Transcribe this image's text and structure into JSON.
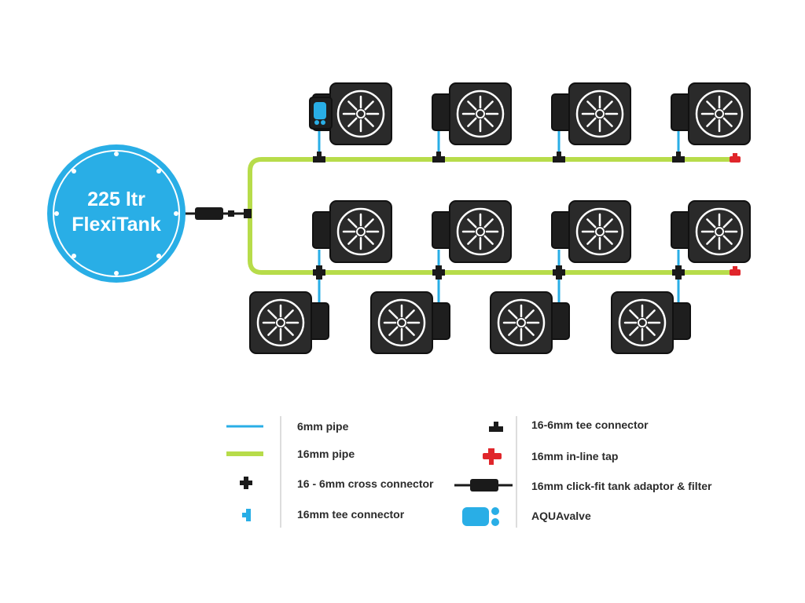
{
  "tank": {
    "line1": "225 ltr",
    "line2": "FlexiTank",
    "color": "#29aee6"
  },
  "colors": {
    "pipe_6mm": "#29aee6",
    "pipe_16mm": "#b7dc4a",
    "connector": "#1a1a1a",
    "tap": "#e0262b",
    "pot_fill": "#2a2a2a",
    "pot_outline": "#111111"
  },
  "legend": {
    "left": [
      {
        "icon": "pipe-6mm-icon",
        "label": "6mm pipe"
      },
      {
        "icon": "pipe-16mm-icon",
        "label": "16mm pipe"
      },
      {
        "icon": "cross-connector-icon",
        "label": "16 - 6mm cross connector"
      },
      {
        "icon": "tee-connector-16mm-icon",
        "label": "16mm tee connector"
      }
    ],
    "right": [
      {
        "icon": "tee-connector-16-6mm-icon",
        "label": "16-6mm tee connector"
      },
      {
        "icon": "inline-tap-icon",
        "label": "16mm in-line tap"
      },
      {
        "icon": "tank-adaptor-filter-icon",
        "label": "16mm click-fit tank adaptor & filter"
      },
      {
        "icon": "aquavalve-icon",
        "label": "AQUAvalve"
      }
    ]
  }
}
